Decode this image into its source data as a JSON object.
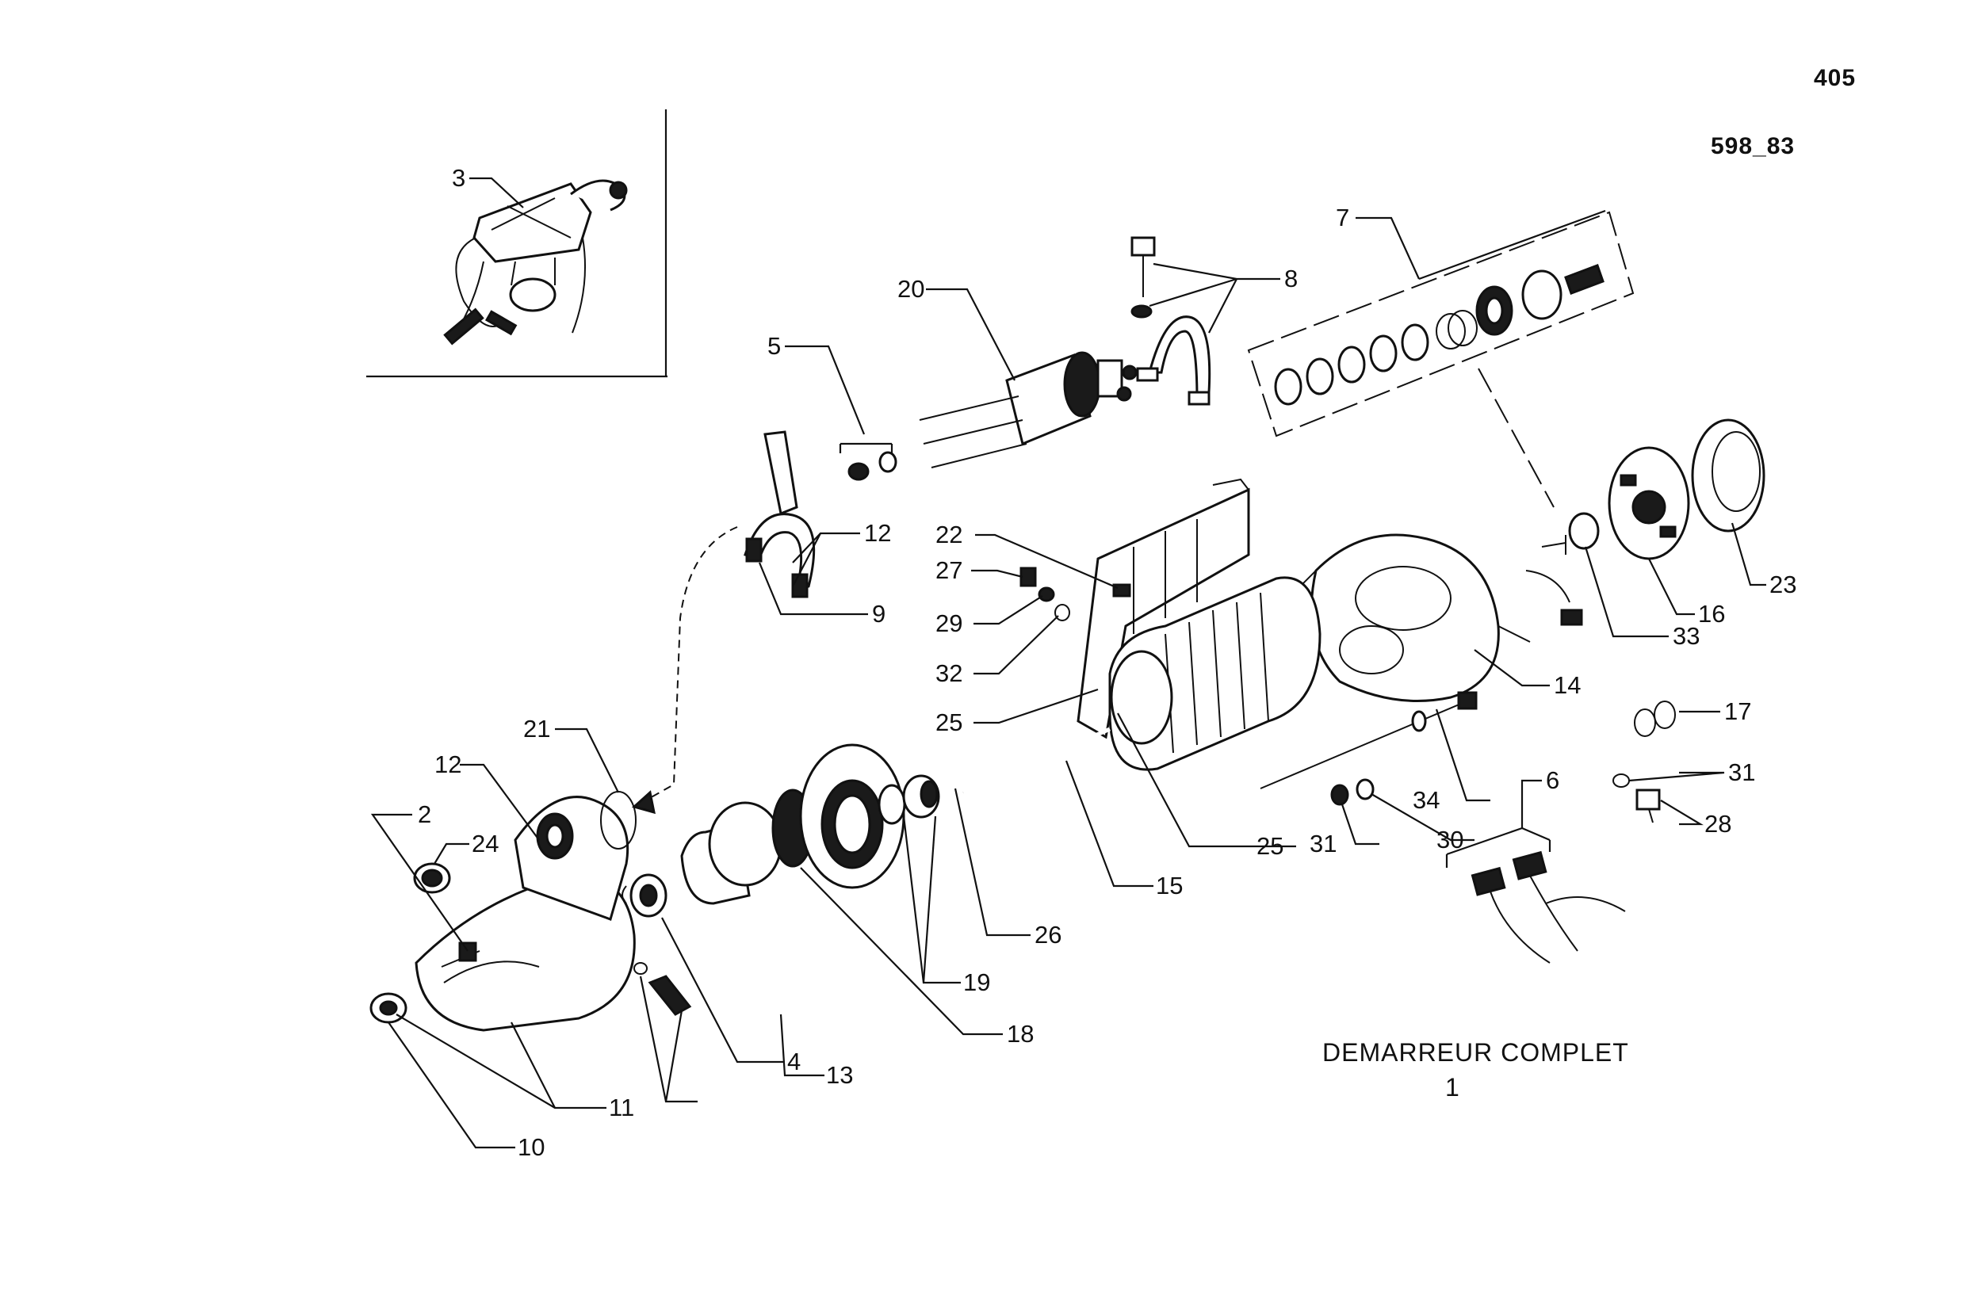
{
  "header": {
    "page_number": "405",
    "drawing_ref": "598_83"
  },
  "caption": {
    "title": "DEMARREUR  COMPLET",
    "subtitle": "1"
  },
  "callouts": {
    "c1": "3",
    "c2": "20",
    "c3": "5",
    "c4": "8",
    "c5": "7",
    "c6": "12",
    "c7": "9",
    "c8": "22",
    "c9": "27",
    "c10": "29",
    "c11": "32",
    "c12": "25",
    "c13": "23",
    "c14": "16",
    "c15": "33",
    "c16": "14",
    "c17": "17",
    "c18": "31",
    "c19": "28",
    "c20": "34",
    "c21": "30",
    "c22": "31",
    "c23": "6",
    "c24": "25",
    "c25": "15",
    "c26": "26",
    "c27": "19",
    "c28": "18",
    "c29": "4",
    "c30": "13",
    "c31": "21",
    "c32": "12",
    "c33": "2",
    "c34": "24",
    "c35": "11",
    "c36": "10"
  }
}
